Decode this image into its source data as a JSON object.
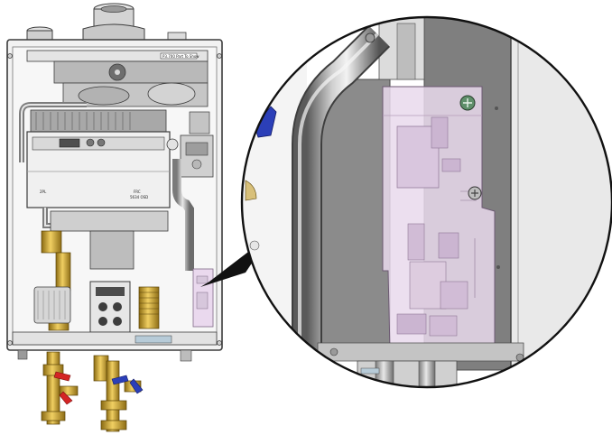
{
  "labels": {
    "panel_tag": "P3.700 Part To Show",
    "exchanger_left": "2PL",
    "exchanger_right_top": "FRC",
    "exchanger_right_bottom": "5634 OSD"
  },
  "colors": {
    "background": "#ffffff",
    "housing_line": "#3c3c3c",
    "metal_light": "#d9d9d9",
    "metal_mid": "#a9a9a9",
    "metal_dark": "#5b5b5b",
    "brass": "#c9a23a",
    "valve_red": "#d42525",
    "valve_blue": "#2b3fb8",
    "control_box": "#e9d9ec",
    "magnifier_bg": "#8d8d8d"
  },
  "icons": {
    "detail_callout": "magnifier-circle",
    "pointer": "leader-line"
  }
}
